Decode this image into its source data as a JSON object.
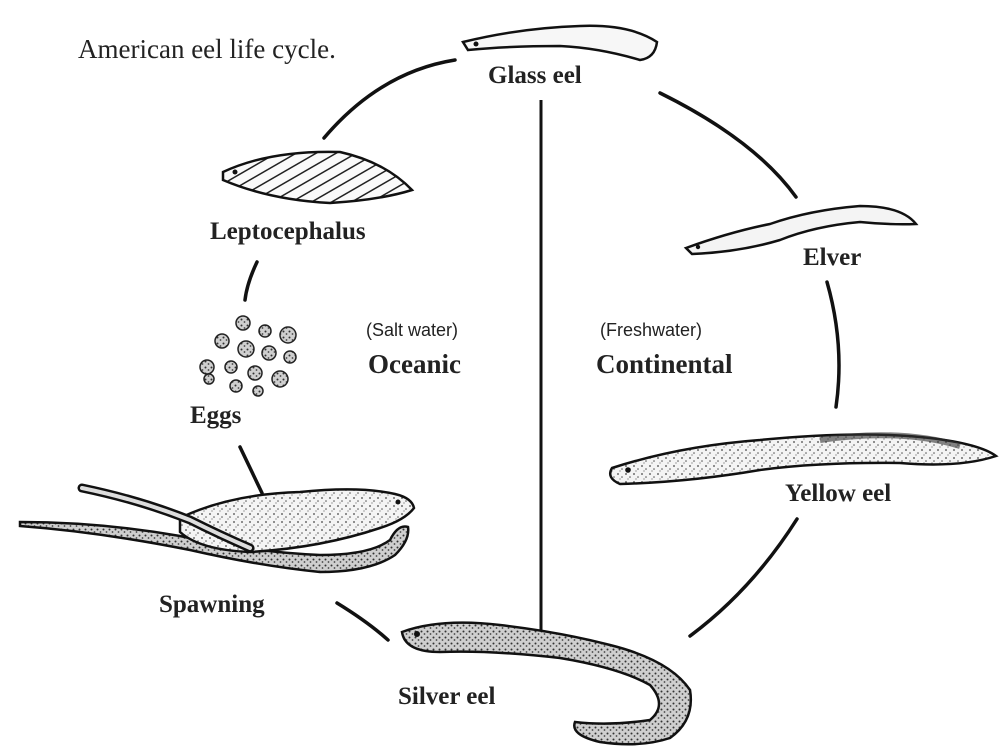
{
  "title": "American eel life cycle.",
  "stages": {
    "glass_eel": "Glass eel",
    "elver": "Elver",
    "yellow_eel": "Yellow eel",
    "silver_eel": "Silver eel",
    "spawning": "Spawning",
    "eggs": "Eggs",
    "leptocephalus": "Leptocephalus"
  },
  "zones": {
    "oceanic": {
      "sub": "(Salt water)",
      "main": "Oceanic"
    },
    "continental": {
      "sub": "(Freshwater)",
      "main": "Continental"
    }
  }
}
